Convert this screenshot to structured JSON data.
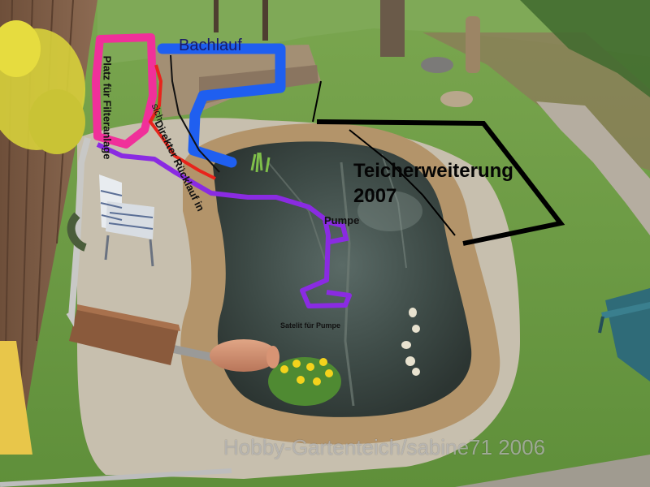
{
  "photo": {
    "labels": {
      "bachlauf": "Bachlauf",
      "platz_filteranlage": "Platz für Filteranlage",
      "direkter_ruecklauf": "Direkter Rücklauf in",
      "sich": "sich",
      "teicherweiterung_line1": "Teicherweiterung",
      "teicherweiterung_line2": "2007",
      "pumpe": "Pumpe",
      "satelit": "Satelit für Pumpe"
    },
    "credit": "Hobby-Gartenteich/sabine71 2006"
  },
  "colors": {
    "lawn": "#6d9a45",
    "water": "#3c4a47",
    "stone_rim": "#b19269",
    "gravel": "#c5bcab",
    "annotation_blue": "#1f5ff0",
    "annotation_pink": "#f0309a",
    "annotation_purple": "#8a2be2",
    "annotation_red": "#e8241b",
    "annotation_black": "#000000"
  }
}
